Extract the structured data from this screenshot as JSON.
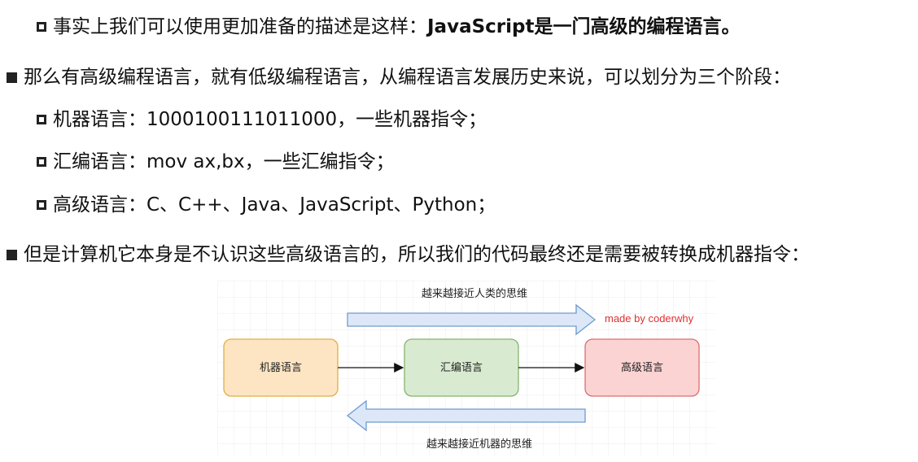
{
  "lines": {
    "l1_plain": "事实上我们可以使用更加准备的描述是这样：",
    "l1_bold": "JavaScript是一门高级的编程语言。",
    "l2": "那么有高级编程语言，就有低级编程语言，从编程语言发展历史来说，可以划分为三个阶段：",
    "l3": "机器语言：1000100111011000，一些机器指令；",
    "l4": "汇编语言：mov ax,bx，一些汇编指令；",
    "l5": "高级语言：C、C++、Java、JavaScript、Python；",
    "l6": "但是计算机它本身是不认识这些高级语言的，所以我们的代码最终还是需要被转换成机器指令："
  },
  "diagram": {
    "top_arrow_label": "越来越接近人类的思维",
    "bottom_arrow_label": "越来越接近机器的思维",
    "watermark": "made by coderwhy",
    "boxes": [
      {
        "label": "机器语言",
        "fill": "#fde5c4",
        "stroke": "#e0b040"
      },
      {
        "label": "汇编语言",
        "fill": "#d8ebd0",
        "stroke": "#86b36e"
      },
      {
        "label": "高级语言",
        "fill": "#fbd3d2",
        "stroke": "#d97070"
      }
    ],
    "arrow_fill": "#dce8f7",
    "arrow_stroke": "#6f9bd1",
    "watermark_color": "#e03030"
  }
}
